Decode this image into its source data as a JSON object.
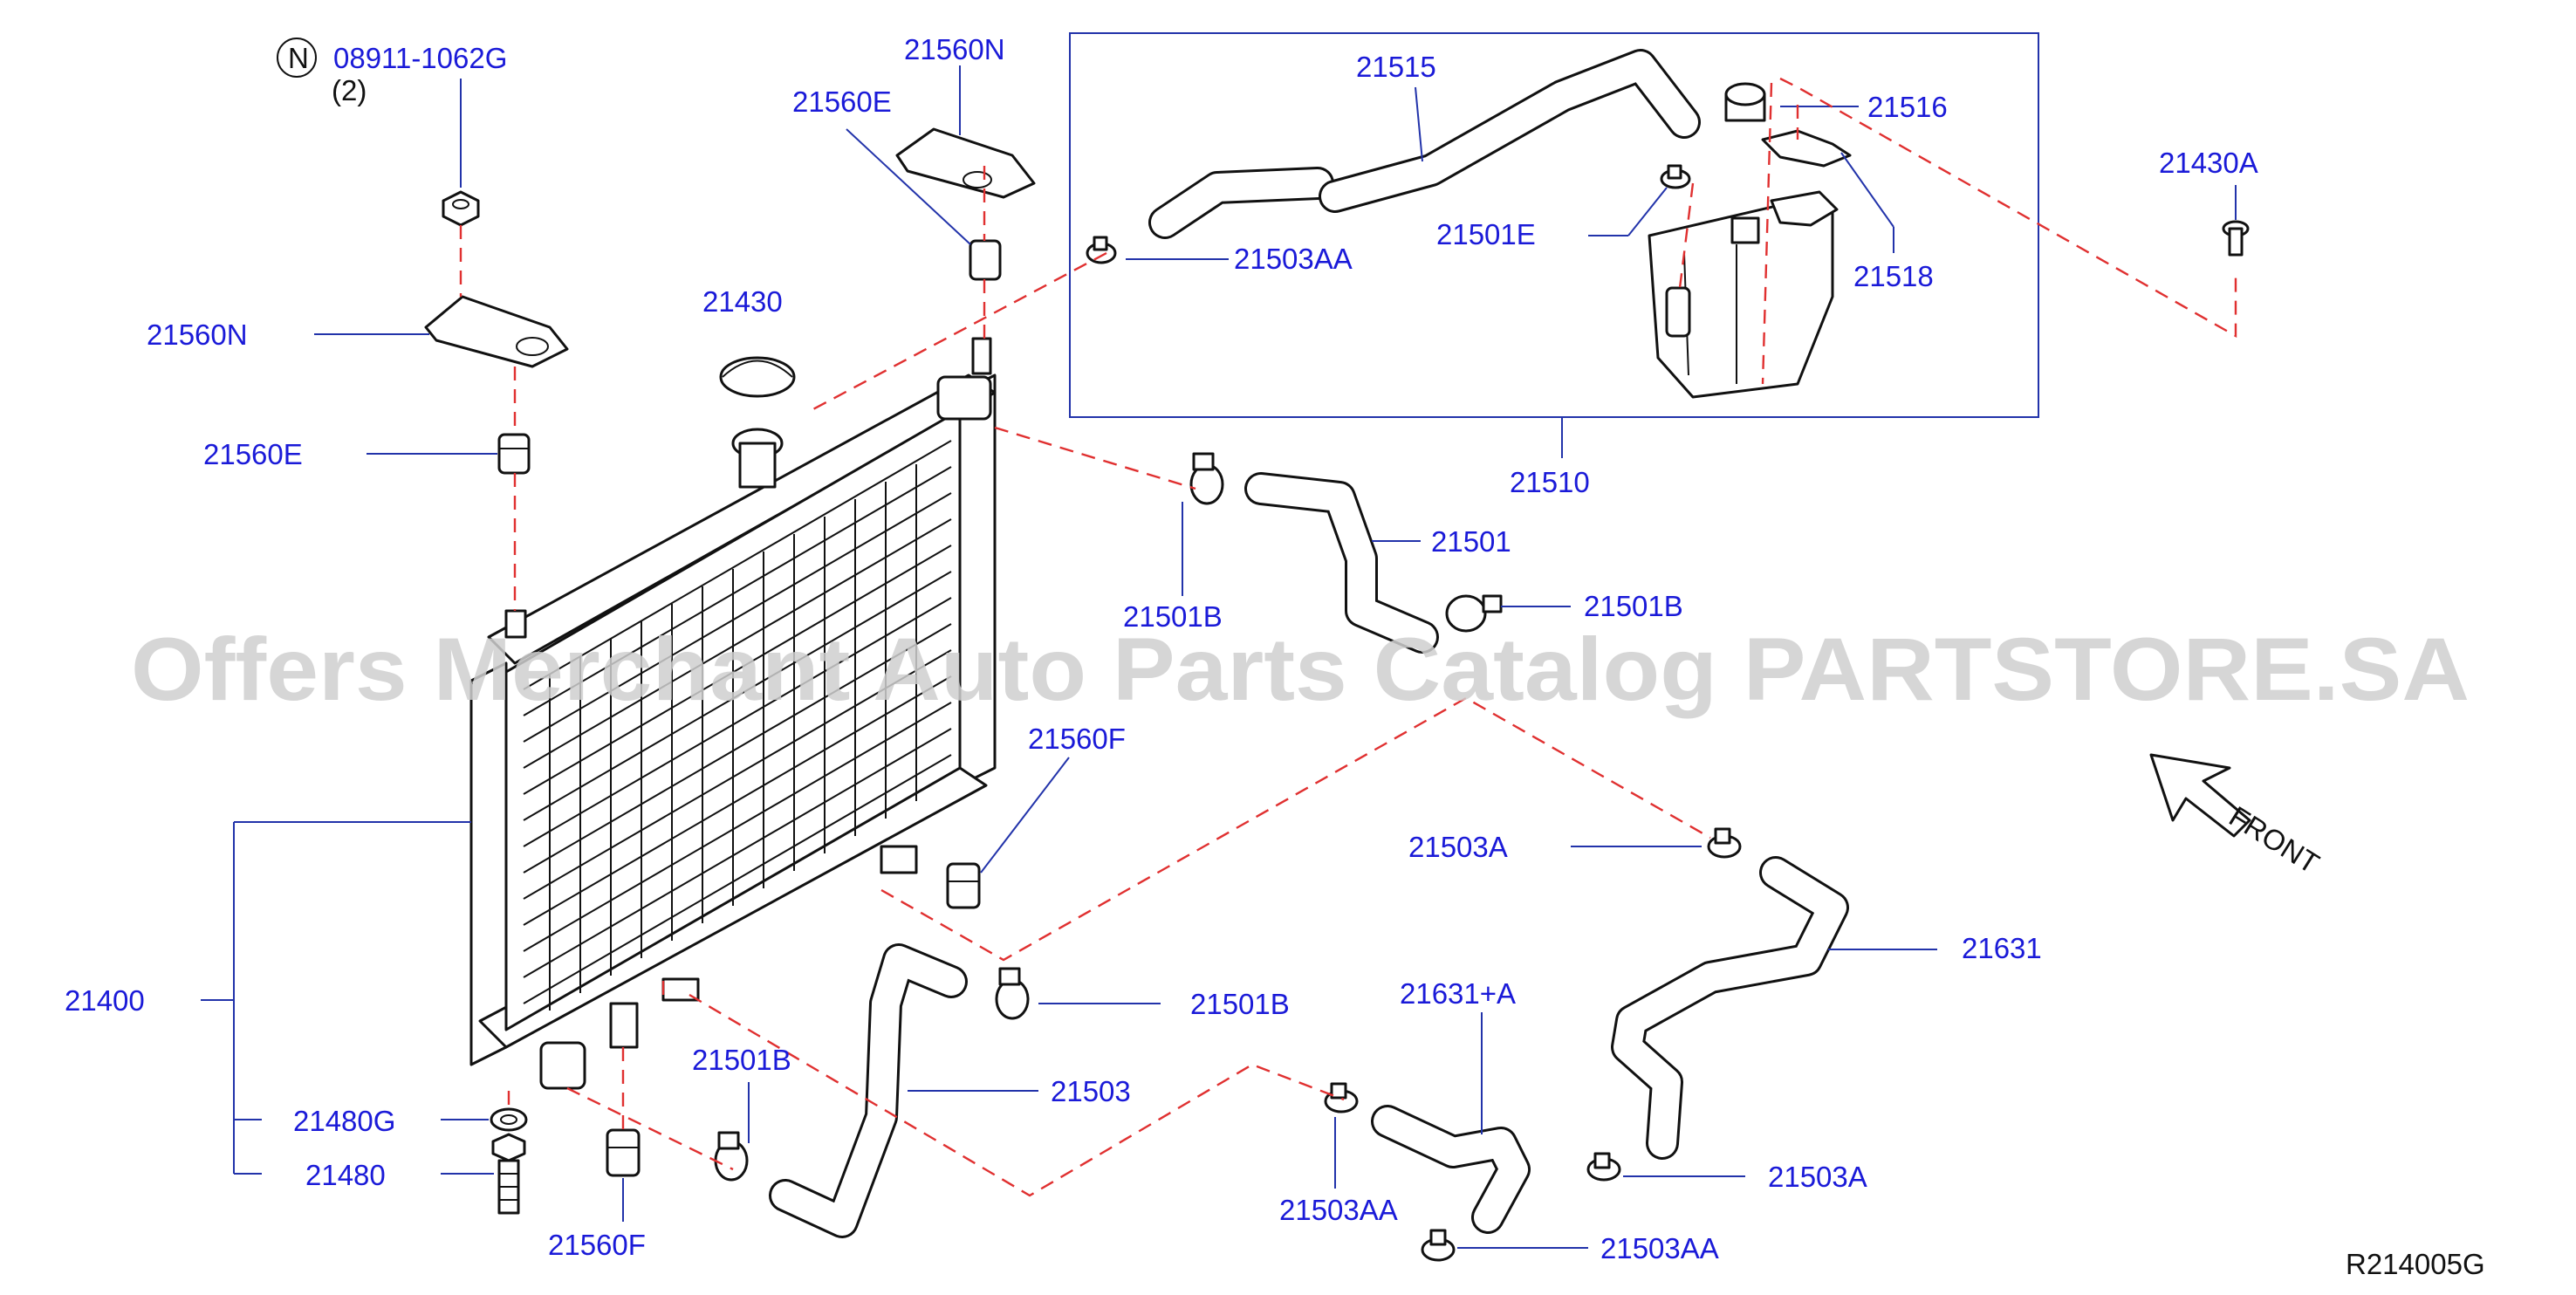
{
  "labels": {
    "n_symbol": "N",
    "bolt_part": "08911-1062G",
    "bolt_qty": "(2)",
    "l_21560N_top": "21560N",
    "l_21560E_top": "21560E",
    "l_21560N_left": "21560N",
    "l_21560E_left": "21560E",
    "l_21430": "21430",
    "l_21515": "21515",
    "l_21516": "21516",
    "l_21501E": "21501E",
    "l_21518": "21518",
    "l_21503AA_top": "21503AA",
    "l_21510": "21510",
    "l_21430A": "21430A",
    "l_21501": "21501",
    "l_21501B_a": "21501B",
    "l_21501B_b": "21501B",
    "l_21560F_right": "21560F",
    "l_21503A_a": "21503A",
    "l_21631": "21631",
    "l_21400": "21400",
    "l_21501B_c": "21501B",
    "l_21631A": "21631+A",
    "l_21501B_d": "21501B",
    "l_21503": "21503",
    "l_21480G": "21480G",
    "l_21480": "21480",
    "l_21503AA_b": "21503AA",
    "l_21503A_b": "21503A",
    "l_21560F_bottom": "21560F",
    "l_21503AA_c": "21503AA",
    "front": "FRONT",
    "diagram_code": "R214005G"
  },
  "watermark": "Offers Merchant Auto Parts Catalog PARTSTORE.SA",
  "colors": {
    "label": "#1a1ad8",
    "dashed_line": "#e03030",
    "leader_line": "#2233aa",
    "outline": "#111111",
    "watermark": "#cfcfcf"
  }
}
